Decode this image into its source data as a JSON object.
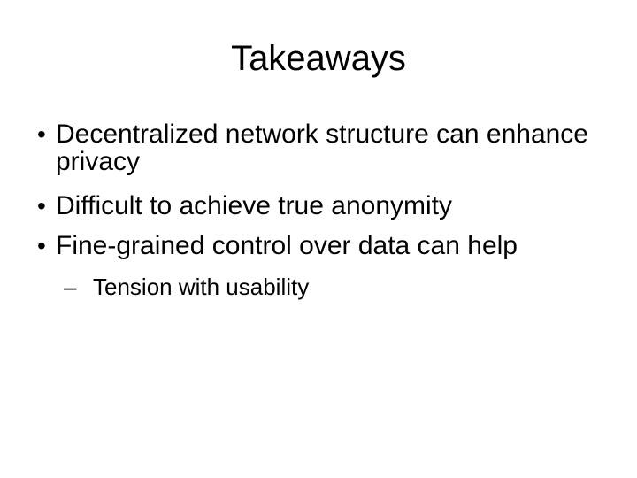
{
  "slide": {
    "title": "Takeaways",
    "bullets": [
      {
        "marker": "•",
        "text": "Decentralized network structure can enhance\nprivacy"
      },
      {
        "marker": "•",
        "text": "Difficult to achieve true anonymity"
      },
      {
        "marker": "•",
        "text": "Fine-grained control over data can help"
      }
    ],
    "sub_bullets": [
      {
        "marker": "–",
        "text": "Tension with usability"
      }
    ],
    "colors": {
      "background": "#ffffff",
      "text": "#000000"
    }
  }
}
